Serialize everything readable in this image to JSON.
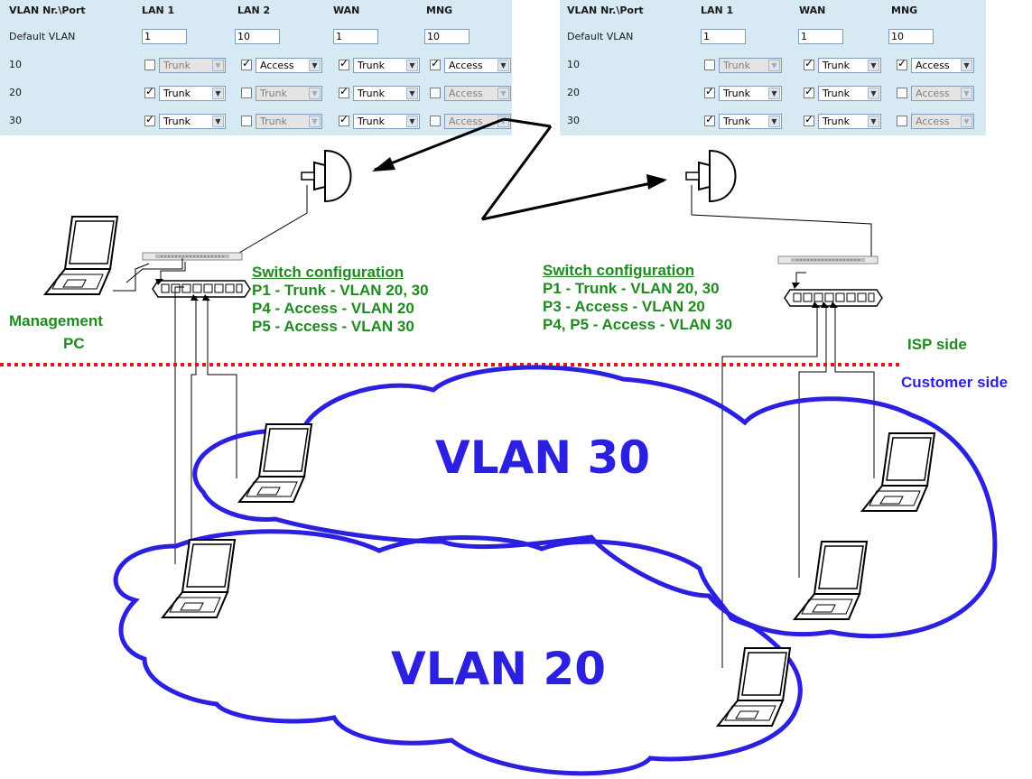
{
  "config_left": {
    "headers": [
      "VLAN Nr.\\Port",
      "LAN 1",
      "LAN 2",
      "WAN",
      "MNG"
    ],
    "default_label": "Default VLAN",
    "defaults": [
      "1",
      "10",
      "1",
      "10"
    ],
    "rows": [
      {
        "vlan": "10",
        "cells": [
          {
            "checked": false,
            "mode": "Trunk",
            "disabled": true
          },
          {
            "checked": true,
            "mode": "Access",
            "disabled": false
          },
          {
            "checked": true,
            "mode": "Trunk",
            "disabled": false
          },
          {
            "checked": true,
            "mode": "Access",
            "disabled": false
          }
        ]
      },
      {
        "vlan": "20",
        "cells": [
          {
            "checked": true,
            "mode": "Trunk",
            "disabled": false
          },
          {
            "checked": false,
            "mode": "Trunk",
            "disabled": true
          },
          {
            "checked": true,
            "mode": "Trunk",
            "disabled": false
          },
          {
            "checked": false,
            "mode": "Access",
            "disabled": true
          }
        ]
      },
      {
        "vlan": "30",
        "cells": [
          {
            "checked": true,
            "mode": "Trunk",
            "disabled": false
          },
          {
            "checked": false,
            "mode": "Trunk",
            "disabled": true
          },
          {
            "checked": true,
            "mode": "Trunk",
            "disabled": false
          },
          {
            "checked": false,
            "mode": "Access",
            "disabled": true
          }
        ]
      }
    ]
  },
  "config_right": {
    "headers": [
      "VLAN Nr.\\Port",
      "LAN 1",
      "WAN",
      "MNG"
    ],
    "default_label": "Default VLAN",
    "defaults": [
      "1",
      "1",
      "10"
    ],
    "rows": [
      {
        "vlan": "10",
        "cells": [
          {
            "checked": false,
            "mode": "Trunk",
            "disabled": true
          },
          {
            "checked": true,
            "mode": "Trunk",
            "disabled": false
          },
          {
            "checked": true,
            "mode": "Access",
            "disabled": false
          }
        ]
      },
      {
        "vlan": "20",
        "cells": [
          {
            "checked": true,
            "mode": "Trunk",
            "disabled": false
          },
          {
            "checked": true,
            "mode": "Trunk",
            "disabled": false
          },
          {
            "checked": false,
            "mode": "Access",
            "disabled": true
          }
        ]
      },
      {
        "vlan": "30",
        "cells": [
          {
            "checked": true,
            "mode": "Trunk",
            "disabled": false
          },
          {
            "checked": true,
            "mode": "Trunk",
            "disabled": false
          },
          {
            "checked": false,
            "mode": "Access",
            "disabled": true
          }
        ]
      }
    ]
  },
  "switch_left": {
    "title": "Switch configuration",
    "lines": [
      "P1 - Trunk - VLAN 20, 30",
      "P4 - Access - VLAN 20",
      "P5 - Access - VLAN 30"
    ]
  },
  "switch_right": {
    "title": "Switch configuration",
    "lines": [
      "P1 - Trunk - VLAN 20, 30",
      "P3 - Access - VLAN 20",
      "P4, P5 - Access - VLAN 30"
    ]
  },
  "labels": {
    "management_line1": "Management",
    "management_line2": "PC",
    "isp_side": "ISP side",
    "customer_side": "Customer side",
    "vlan30": "VLAN 30",
    "vlan20": "VLAN 20"
  },
  "colors": {
    "config_text": "#1f8a1f",
    "vlan_cloud": "#2b1fe0",
    "divider": "#e0141e",
    "panel_bg": "#d7e9f3"
  }
}
